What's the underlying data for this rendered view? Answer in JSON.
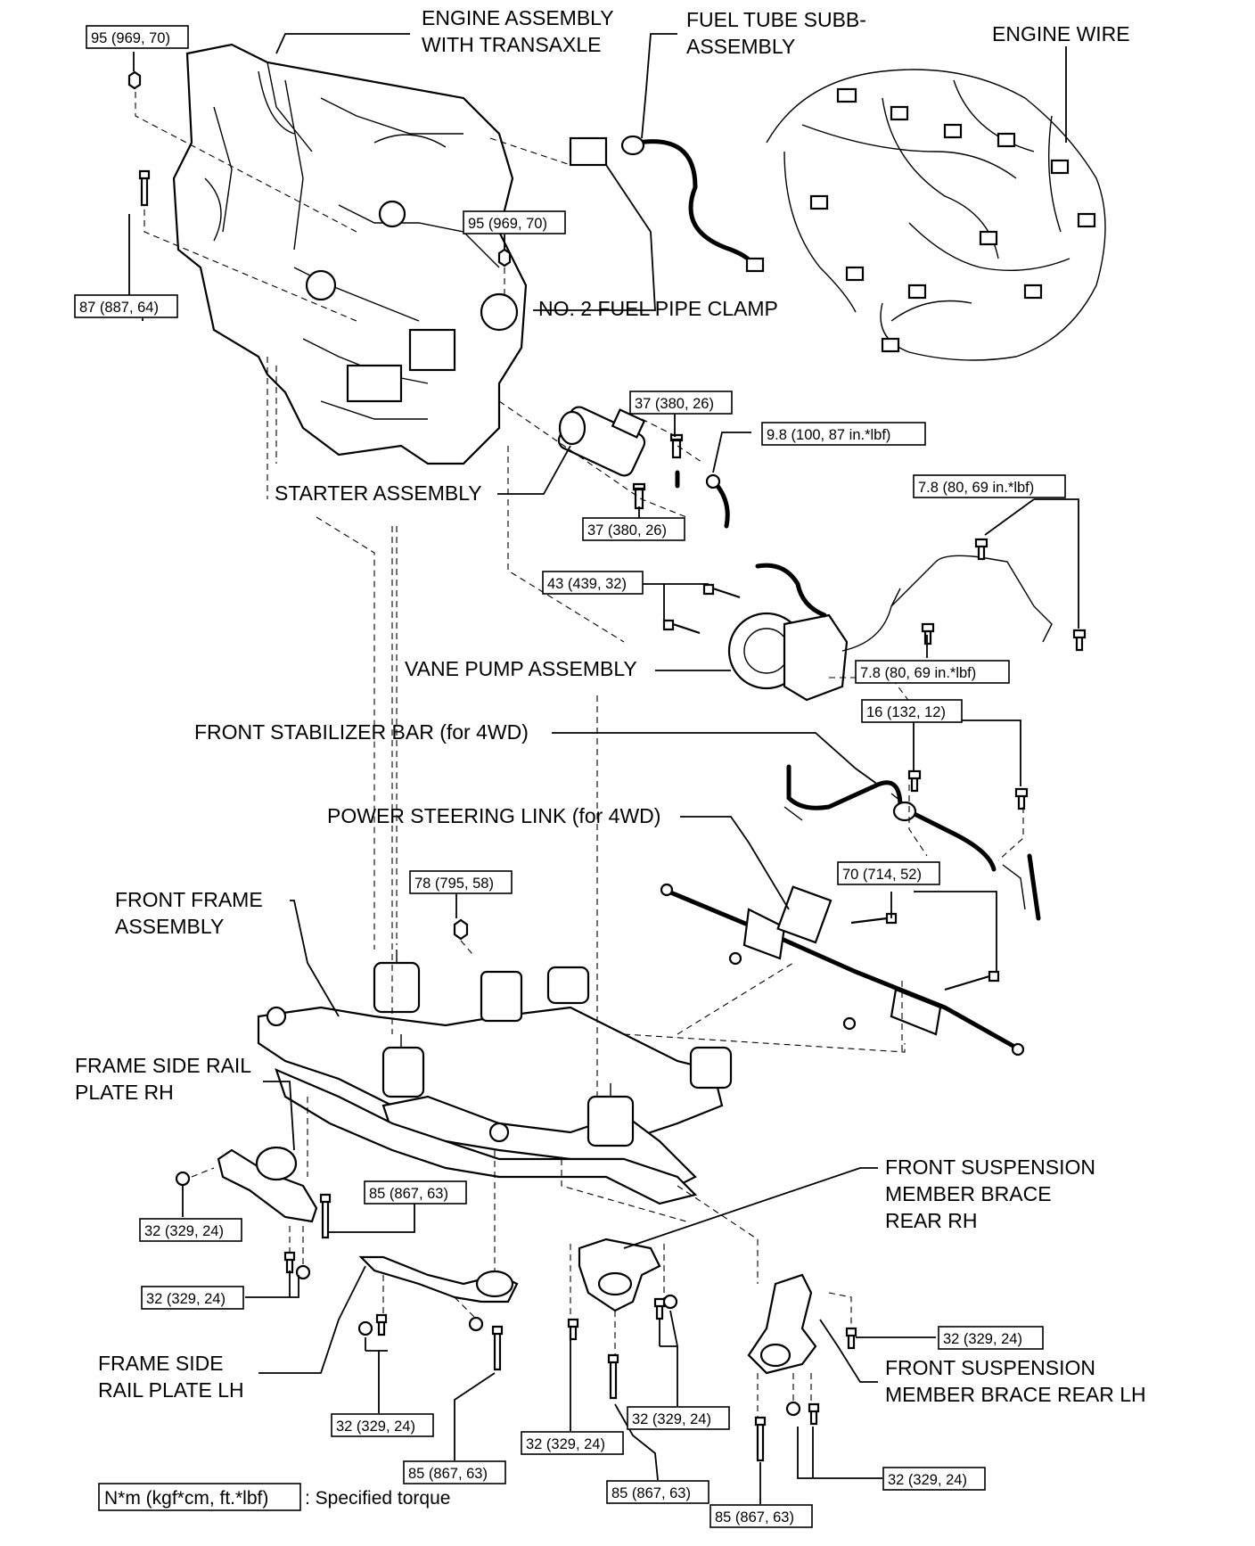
{
  "labels": {
    "engine_assembly": [
      "ENGINE ASSEMBLY",
      "WITH TRANSAXLE"
    ],
    "fuel_tube": [
      "FUEL TUBE SUBB-",
      "ASSEMBLY"
    ],
    "engine_wire": "ENGINE WIRE",
    "fuel_pipe_clamp": "NO. 2 FUEL PIPE CLAMP",
    "starter": "STARTER ASSEMBLY",
    "vane_pump": "VANE PUMP ASSEMBLY",
    "stabilizer": "FRONT STABILIZER BAR (for 4WD)",
    "ps_link": "POWER STEERING LINK (for 4WD)",
    "front_frame": [
      "FRONT FRAME",
      "ASSEMBLY"
    ],
    "rail_rh": [
      "FRAME SIDE RAIL",
      "PLATE RH"
    ],
    "rail_lh": [
      "FRAME SIDE",
      "RAIL PLATE LH"
    ],
    "brace_rh": [
      "FRONT SUSPENSION",
      "MEMBER BRACE",
      "REAR RH"
    ],
    "brace_lh": [
      "FRONT SUSPENSION",
      "MEMBER BRACE REAR LH"
    ]
  },
  "torques": {
    "t_engine_top": "95 (969, 70)",
    "t_engine_mid": "95 (969, 70)",
    "t_engine_left": "87 (887, 64)",
    "t_starter_top": "37 (380, 26)",
    "t_starter_conn": "9.8 (100, 87 in.*lbf)",
    "t_starter_bot": "37 (380, 26)",
    "t_pipe_top": "7.8 (80, 69 in.*lbf)",
    "t_vane": "43 (439, 32)",
    "t_pipe_mid": "7.8 (80, 69 in.*lbf)",
    "t_stab": "16 (132, 12)",
    "t_frame_mount": "78 (795, 58)",
    "t_link": "70 (714, 52)",
    "t_rh_bolt": "32 (329, 24)",
    "t_rh_long": "85 (867, 63)",
    "t_rh_pair": "32 (329, 24)",
    "t_lh_pair": "32 (329, 24)",
    "t_lh_long": "85 (867, 63)",
    "t_brace_rh_bolt": "32 (329, 24)",
    "t_brace_rh_pair": "32 (329, 24)",
    "t_brace_rh_long": "85 (867, 63)",
    "t_brace_lh_right": "32 (329, 24)",
    "t_brace_lh_pair": "32 (329, 24)",
    "t_brace_lh_long": "85 (867, 63)"
  },
  "legend": {
    "unit": "N*m (kgf*cm, ft.*lbf)",
    "text": ": Specified torque"
  }
}
